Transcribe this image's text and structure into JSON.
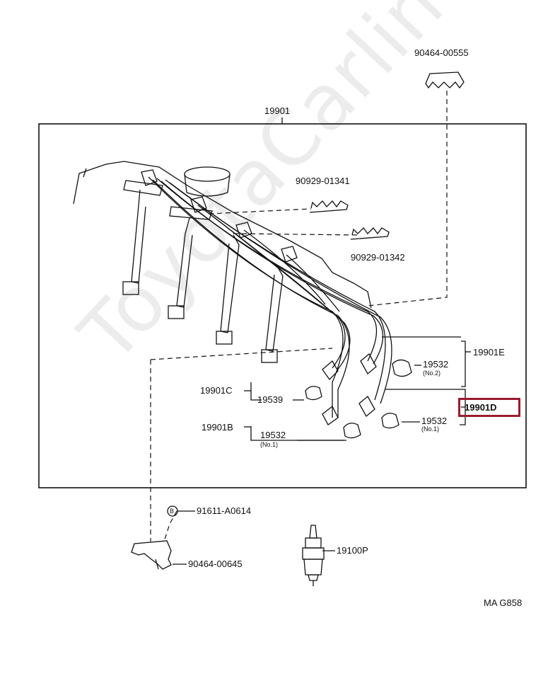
{
  "watermark": "ToyotaCarline.ru",
  "diagram_code": "MA G858",
  "colors": {
    "highlight": "#9b1b2e",
    "line": "#111111"
  },
  "parts": {
    "clamp_top": "90464-00555",
    "cord_set": "19901",
    "clamp_a": "90929-01341",
    "clamp_b": "90929-01342",
    "cord_e": "19901E",
    "cord_d": "19901D",
    "cord_c": "19901C",
    "cord_b": "19901B",
    "boot_no2": "19532",
    "boot_no2_sub": "(No.2)",
    "boot_no1_right": "19532",
    "boot_no1_right_sub": "(No.1)",
    "boot_19539": "19539",
    "boot_no1_left": "19532",
    "boot_no1_left_sub": "(No.1)",
    "bolt": "91611-A0614",
    "bolt_symbol": "B",
    "clamp_bottom": "90464-00645",
    "spark_plug": "19100P"
  }
}
